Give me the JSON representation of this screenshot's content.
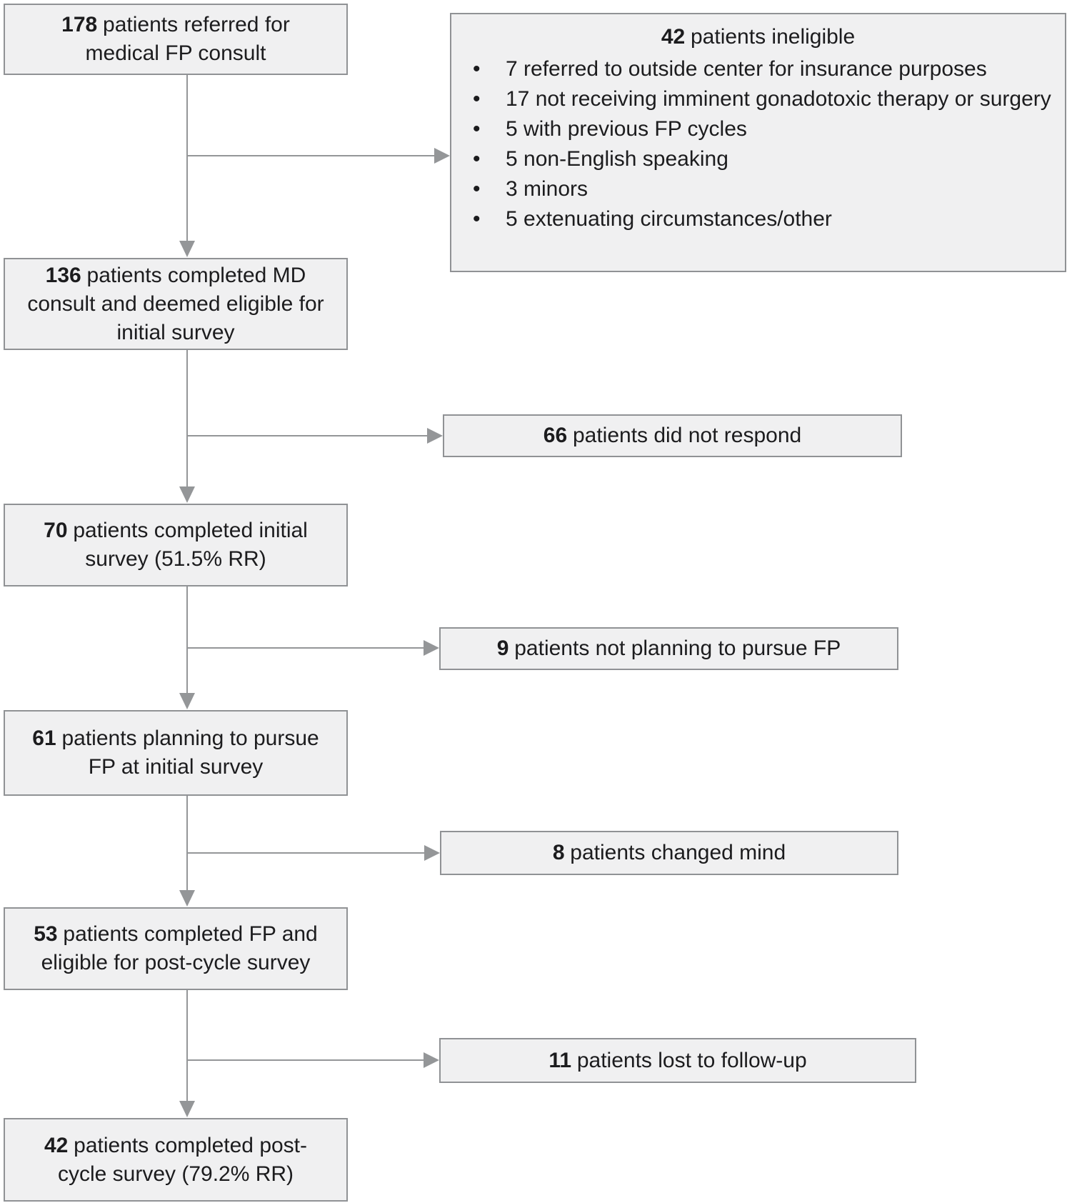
{
  "colors": {
    "box_fill": "#f0f0f1",
    "box_border": "#909295",
    "arrow": "#949698",
    "text": "#1c1c1e"
  },
  "flow": {
    "main_boxes": [
      {
        "number": "178",
        "line1": "patients referred for",
        "line2": "medical FP consult"
      },
      {
        "number": "136",
        "line1": "patients completed MD",
        "line2": "consult and deemed eligible for",
        "line3": "initial survey"
      },
      {
        "number": "70",
        "line1": "patients completed initial",
        "line2": "survey (51.5% RR)"
      },
      {
        "number": "61",
        "line1": "patients planning to pursue",
        "line2": "FP at initial survey"
      },
      {
        "number": "53",
        "line1": "patients completed FP and",
        "line2": "eligible for post-cycle survey"
      },
      {
        "number": "42",
        "line1": "patients completed post-",
        "line2": "cycle survey (79.2% RR)"
      }
    ],
    "side_boxes": {
      "ineligible": {
        "number": "42",
        "title": "patients ineligible",
        "items": [
          "7 referred to outside center for insurance purposes",
          "17 not receiving imminent gonadotoxic therapy or surgery",
          "5 with previous FP cycles",
          "5 non-English speaking",
          "3 minors",
          "5 extenuating circumstances/other"
        ]
      },
      "no_response": {
        "number": "66",
        "text": "patients did not respond"
      },
      "not_pursuing": {
        "number": "9",
        "text": "patients not planning to pursue FP"
      },
      "changed_mind": {
        "number": "8",
        "text": "patients changed mind"
      },
      "lost_followup": {
        "number": "11",
        "text": "patients lost to follow-up"
      }
    }
  }
}
